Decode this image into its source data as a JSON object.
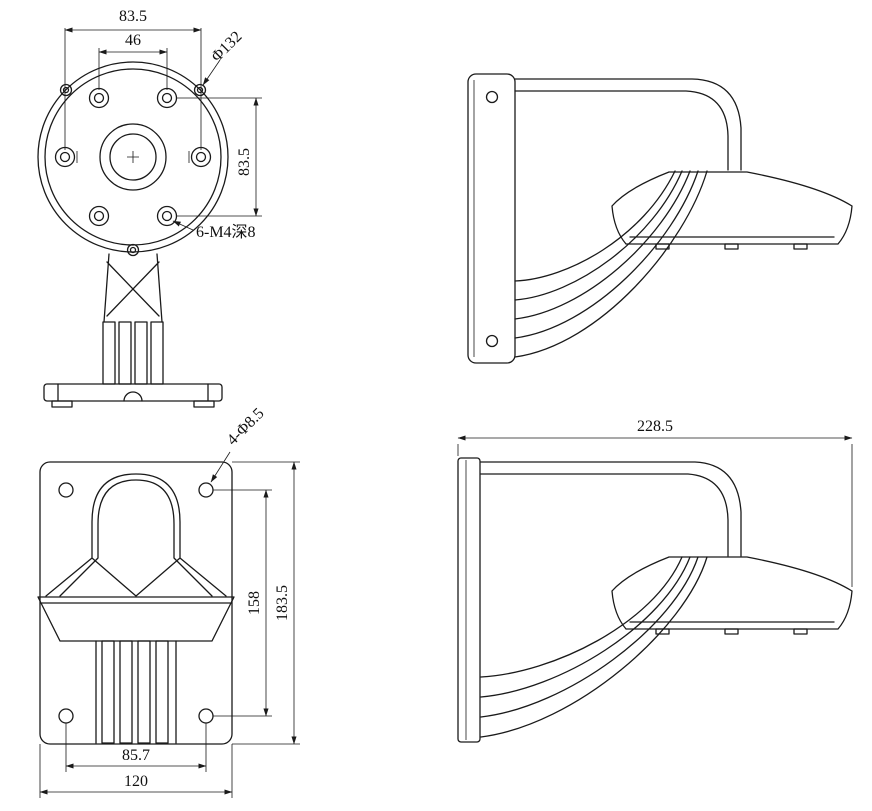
{
  "colors": {
    "line": "#1a1a1a",
    "background": "#ffffff"
  },
  "views": {
    "front": {
      "dim_mid_holes_h": "83.5",
      "dim_top_holes": "46",
      "dim_diameter": "Φ132",
      "dim_mid_holes_v": "83.5",
      "thread_note": "6-M4深8"
    },
    "base": {
      "hole_note": "4-Φ8.5",
      "dim_holes_v": "158",
      "dim_plate_h": "183.5",
      "dim_holes_h": "85.7",
      "dim_plate_w": "120"
    },
    "side": {
      "dim_depth": "228.5"
    }
  }
}
